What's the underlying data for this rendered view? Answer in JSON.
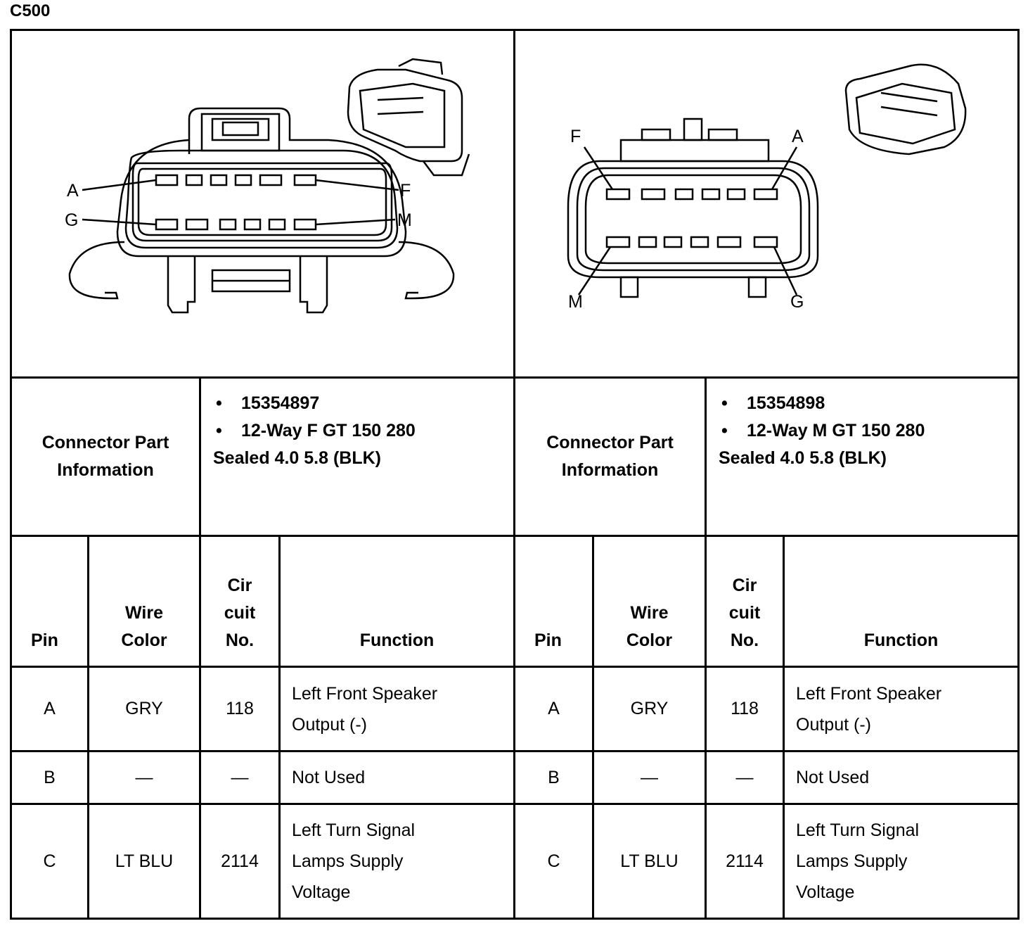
{
  "title": "C500",
  "connectors": [
    {
      "label": "Connector Part Information",
      "part_number": "15354897",
      "description_line1": "12-Way F GT 150 280",
      "description_line2": "Sealed 4.0 5.8 (BLK)",
      "pin_labels": [
        "A",
        "F",
        "G",
        "M"
      ]
    },
    {
      "label": "Connector Part Information",
      "part_number": "15354898",
      "description_line1": "12-Way M GT 150 280",
      "description_line2": "Sealed 4.0 5.8 (BLK)",
      "pin_labels": [
        "F",
        "A",
        "M",
        "G"
      ]
    }
  ],
  "bullet": "•",
  "headers": {
    "pin": "Pin",
    "wire_1": "Wire",
    "wire_2": "Color",
    "cir_1": "Cir",
    "cir_2": "cuit",
    "cir_3": "No.",
    "function": "Function"
  },
  "rows": [
    {
      "pin": "A",
      "wire_color": "GRY",
      "circuit": "118",
      "function_lines": [
        "Left Front Speaker",
        "Output (-)"
      ]
    },
    {
      "pin": "B",
      "wire_color": "—",
      "circuit": "—",
      "function_lines": [
        "Not Used"
      ]
    },
    {
      "pin": "C",
      "wire_color": "LT BLU",
      "circuit": "2114",
      "function_lines": [
        "Left Turn Signal",
        "Lamps Supply",
        "Voltage"
      ]
    }
  ]
}
